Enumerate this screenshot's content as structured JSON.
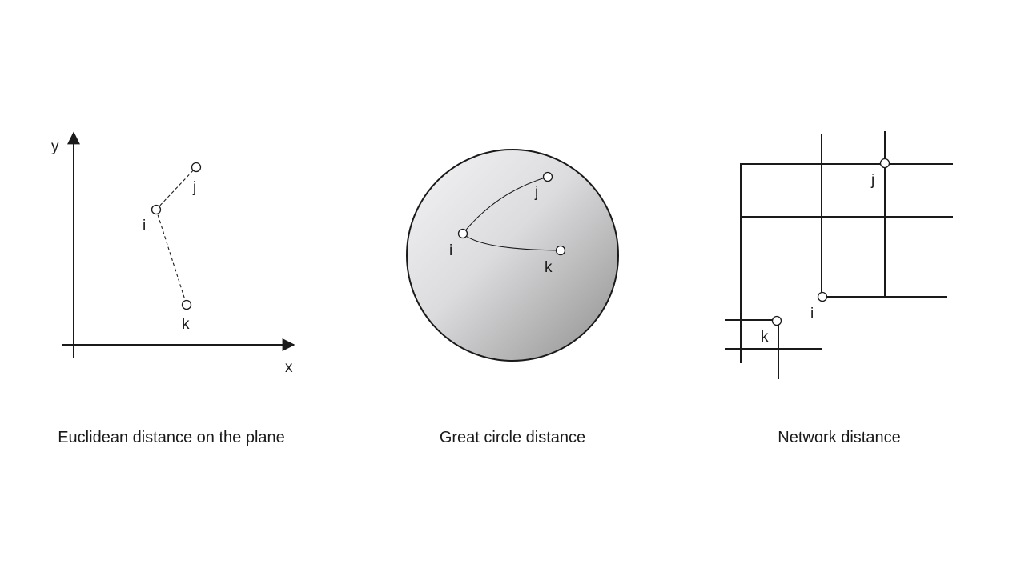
{
  "panels": {
    "euclidean": {
      "caption": "Euclidean distance on the plane",
      "x_axis_label": "x",
      "y_axis_label": "y",
      "nodes": [
        "i",
        "j",
        "k"
      ]
    },
    "great_circle": {
      "caption": "Great circle distance",
      "nodes": [
        "i",
        "j",
        "k"
      ]
    },
    "network": {
      "caption": "Network distance",
      "nodes": [
        "i",
        "j",
        "k"
      ]
    }
  },
  "colors": {
    "ink": "#1a1a1a",
    "sphere_light": "#ececee",
    "sphere_dark": "#9a9a9a",
    "background": "#ffffff"
  }
}
